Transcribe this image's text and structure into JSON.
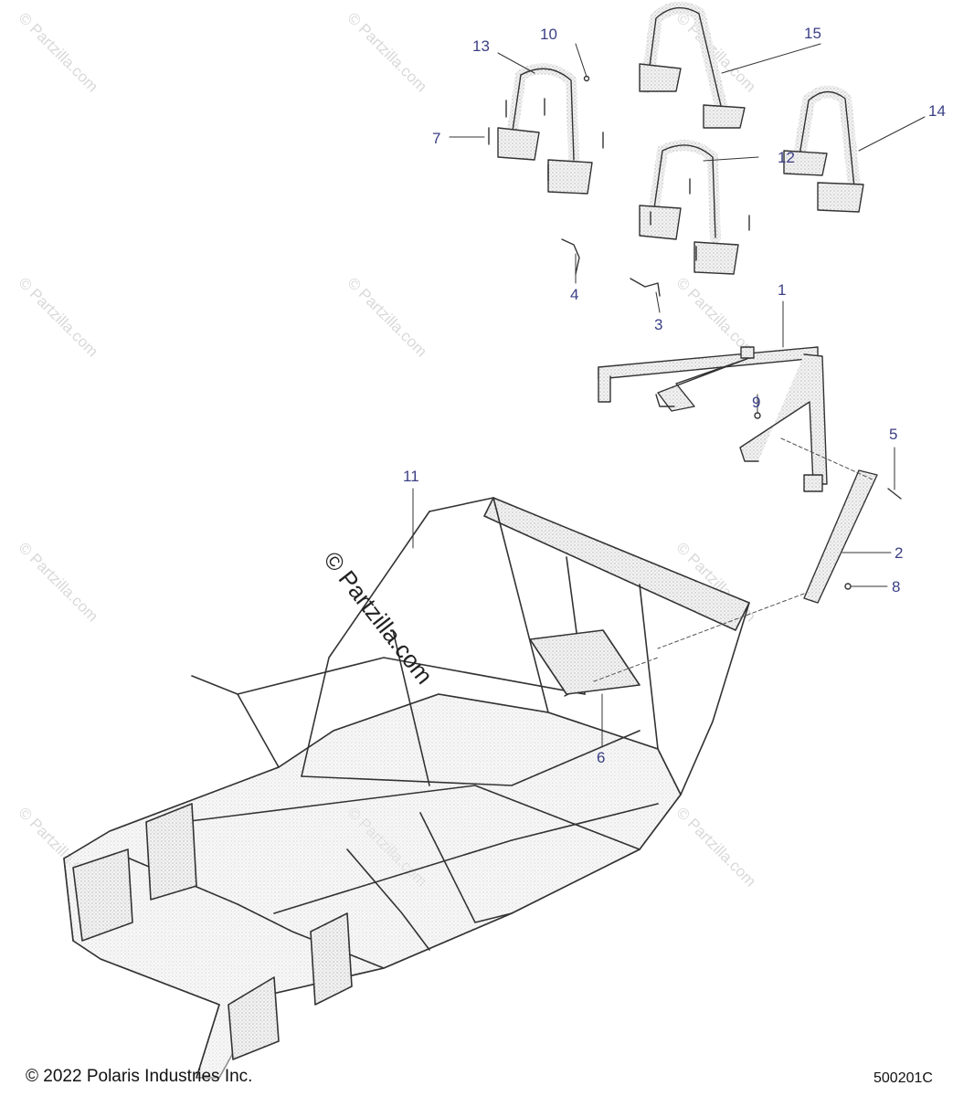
{
  "copyright": "© 2022 Polaris Industries Inc.",
  "diagram_code": "500201C",
  "watermark_tile": "© Partzilla.com",
  "watermark_center": "© Partzilla.com",
  "colors": {
    "callout": "#3b3f84",
    "line": "#444444",
    "watermark": "#d9d9d9"
  },
  "callouts": [
    {
      "id": "c1",
      "label": "1"
    },
    {
      "id": "c2",
      "label": "2"
    },
    {
      "id": "c3",
      "label": "3"
    },
    {
      "id": "c4",
      "label": "4"
    },
    {
      "id": "c5",
      "label": "5"
    },
    {
      "id": "c6",
      "label": "6"
    },
    {
      "id": "c7",
      "label": "7"
    },
    {
      "id": "c8",
      "label": "8"
    },
    {
      "id": "c9",
      "label": "9"
    },
    {
      "id": "c10",
      "label": "10"
    },
    {
      "id": "c11",
      "label": "11"
    },
    {
      "id": "c12",
      "label": "12"
    },
    {
      "id": "c13",
      "label": "13"
    },
    {
      "id": "c14",
      "label": "14"
    },
    {
      "id": "c15",
      "label": "15"
    }
  ]
}
